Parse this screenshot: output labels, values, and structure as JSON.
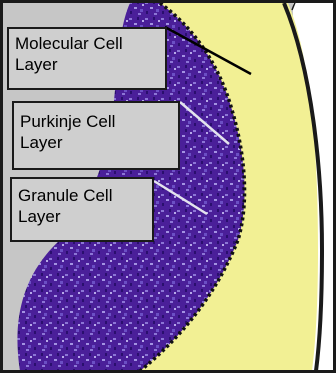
{
  "labels": {
    "molecular": {
      "line1": "Molecular Cell",
      "line2": "Layer"
    },
    "purkinje": {
      "line1": "Purkinje Cell",
      "line2": "Layer"
    },
    "granule": {
      "line1": "Granule Cell",
      "line2": "Layer"
    }
  },
  "colors": {
    "frame": "#1a1a1a",
    "molecular_layer": "#f2f094",
    "granule_layer": "#4a1f99",
    "granule_speckle_light": "#8c76d6",
    "granule_speckle_dark": "#2a0f6e",
    "white_matter": "#c6c6c6",
    "outer_space": "#ffffff",
    "label_fill": "#cfcfcf",
    "pointer_dark": "#000000",
    "pointer_light": "#e4e4ee"
  }
}
